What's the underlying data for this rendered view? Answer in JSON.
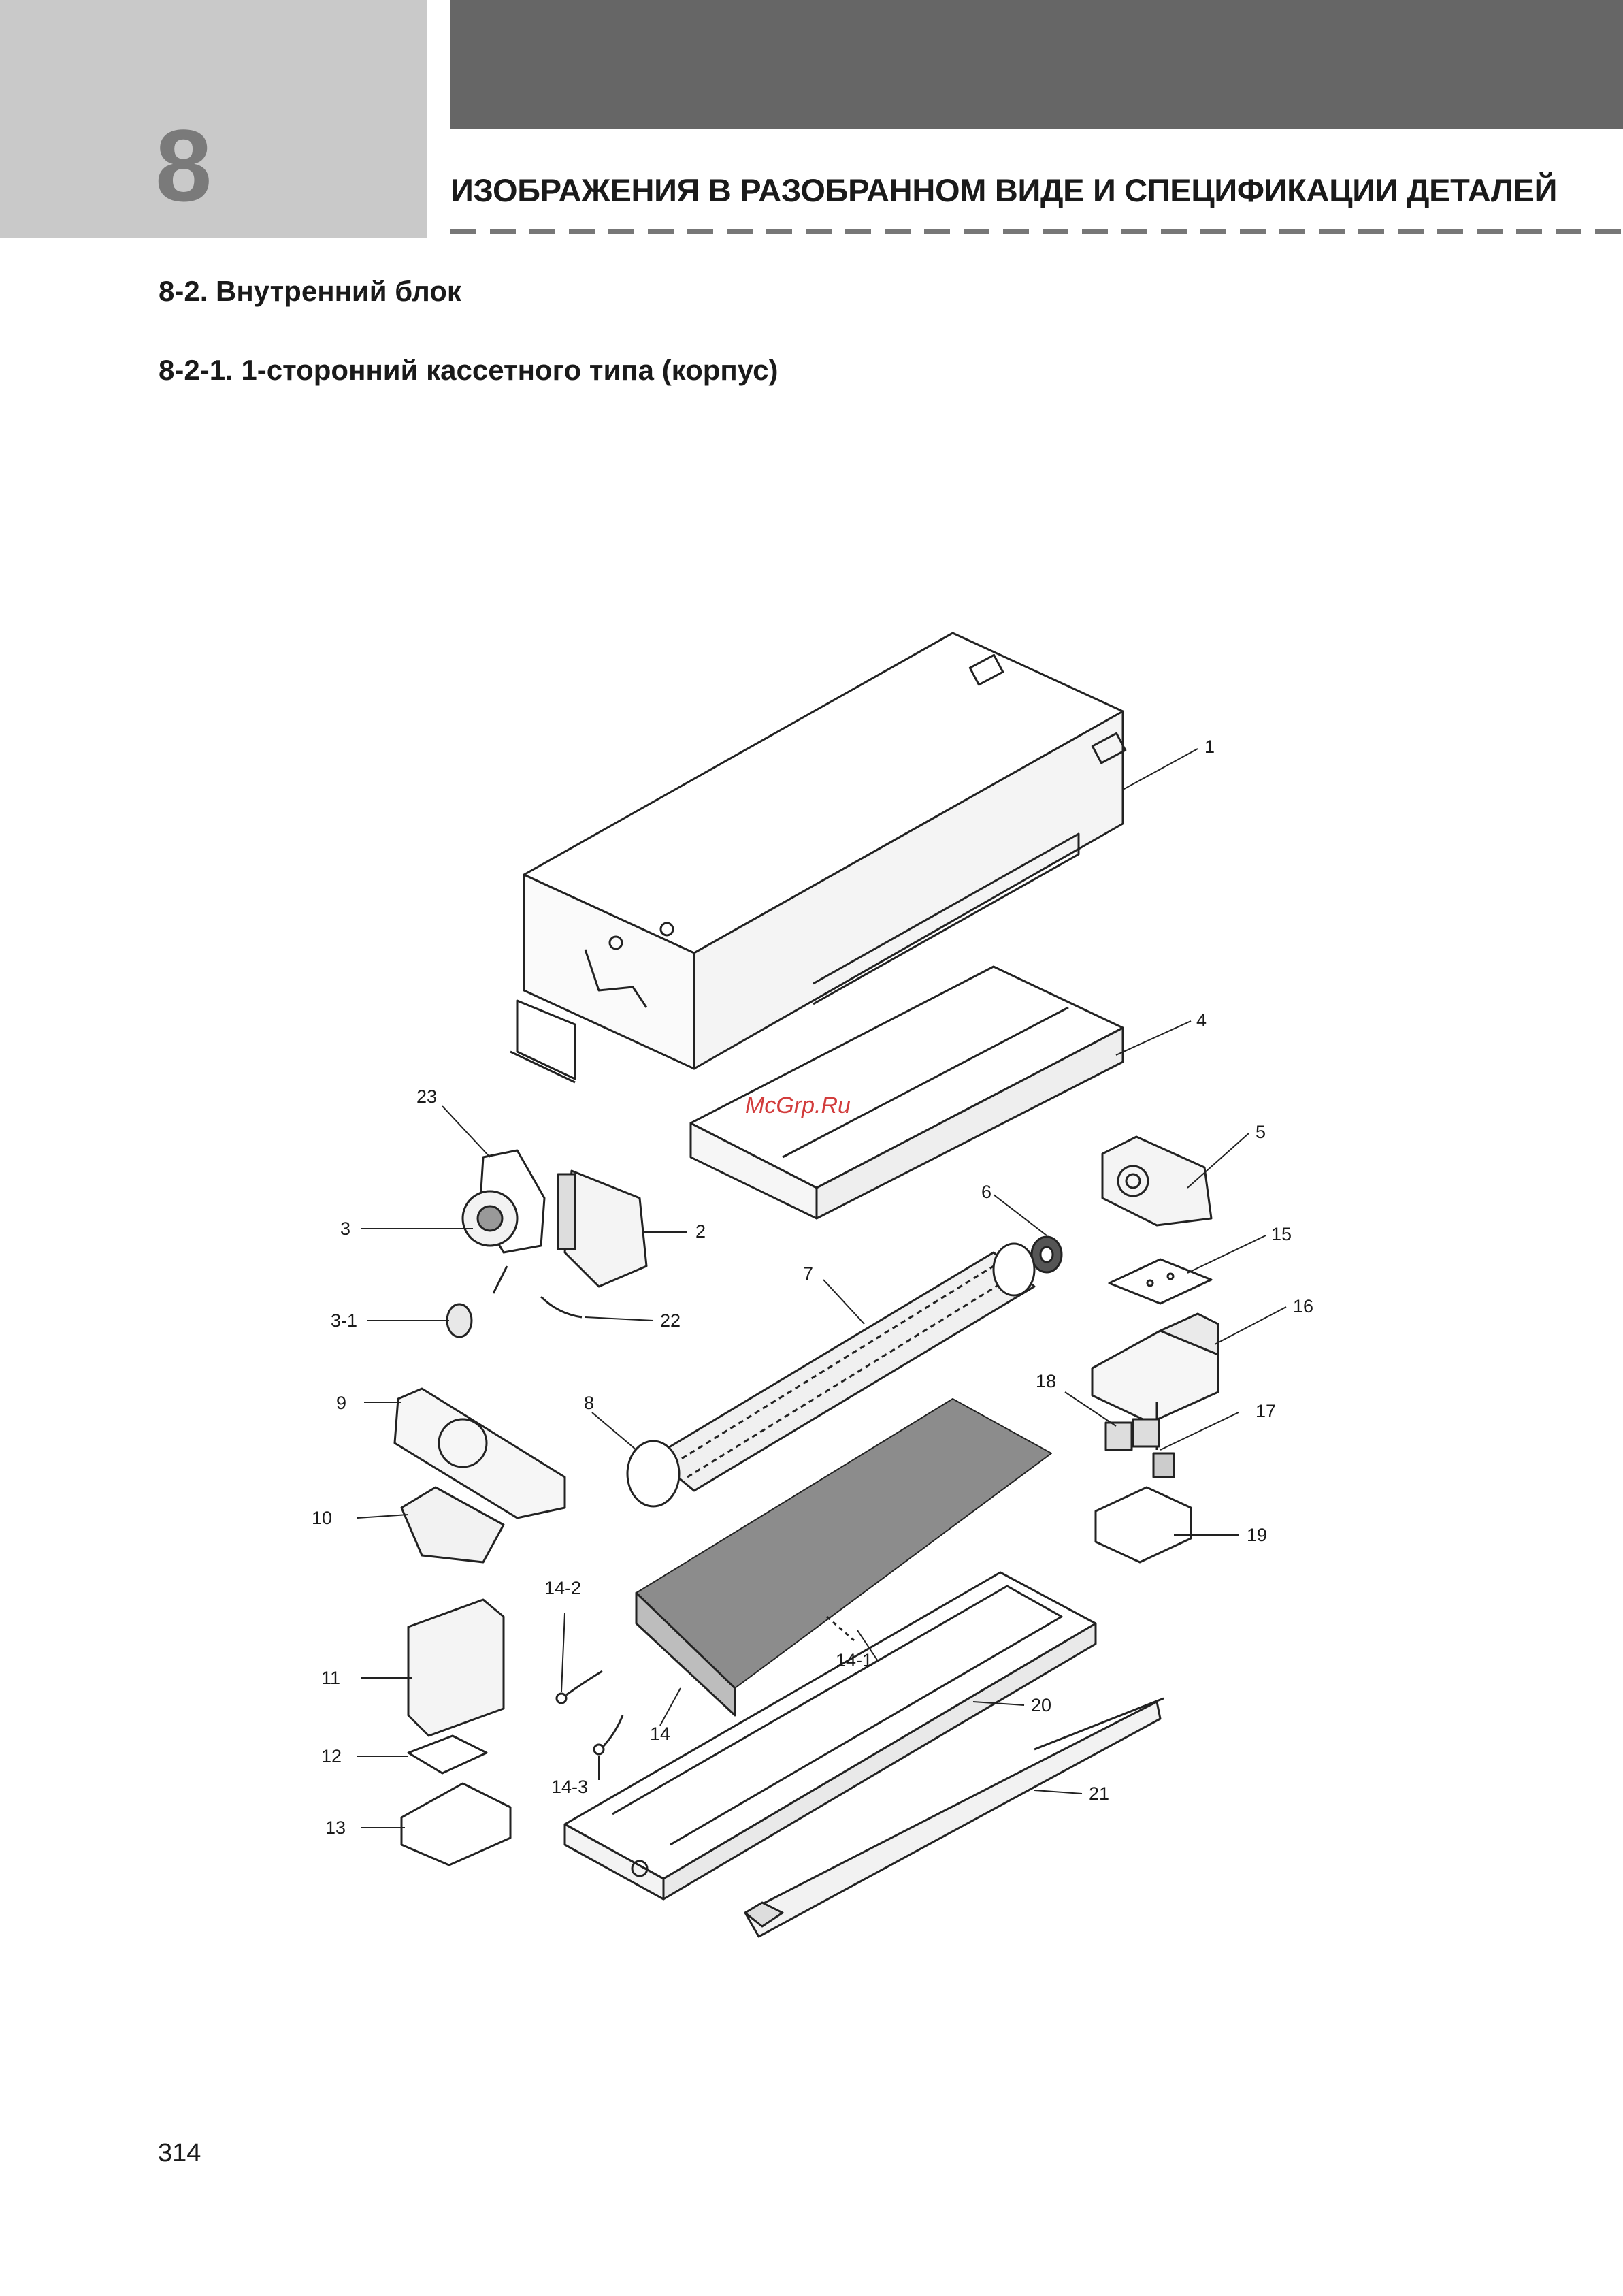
{
  "chapter": {
    "number": "8",
    "title": "ИЗОБРАЖЕНИЯ В РАЗОБРАННОМ ВИДЕ И СПЕЦИФИКАЦИИ ДЕТАЛЕЙ"
  },
  "section": {
    "title": "8-2. Внутренний блок",
    "subtitle": "8-2-1. 1-сторонний кассетного типа (корпус)"
  },
  "diagram": {
    "watermark": "McGrp.Ru",
    "callouts": [
      "1",
      "4",
      "5",
      "6",
      "15",
      "16",
      "23",
      "3",
      "2",
      "7",
      "3-1",
      "22",
      "18",
      "17",
      "9",
      "8",
      "10",
      "19",
      "14-2",
      "11",
      "14-1",
      "20",
      "14",
      "12",
      "14-3",
      "21",
      "13"
    ]
  },
  "footer": {
    "page_number": "314"
  }
}
